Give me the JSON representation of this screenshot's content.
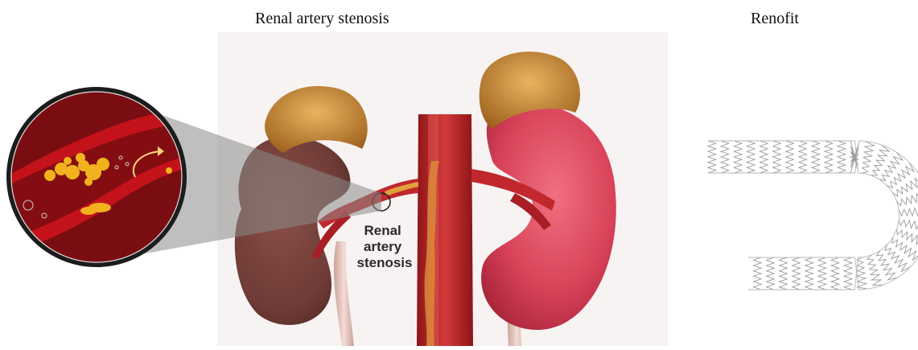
{
  "captions": {
    "left": "Renal artery stenosis",
    "right": "Renofit"
  },
  "anatomy": {
    "label_lines": [
      "Renal",
      "artery",
      "stenosis"
    ]
  },
  "colors": {
    "kidney_healthy": "#d9435a",
    "kidney_diseased": "#6e3b36",
    "adrenal": "#c8892e",
    "artery": "#c0282e",
    "vessel_wall": "#b3121b",
    "plaque": "#f2b21e",
    "stent_wire": "#9a9a9a"
  }
}
